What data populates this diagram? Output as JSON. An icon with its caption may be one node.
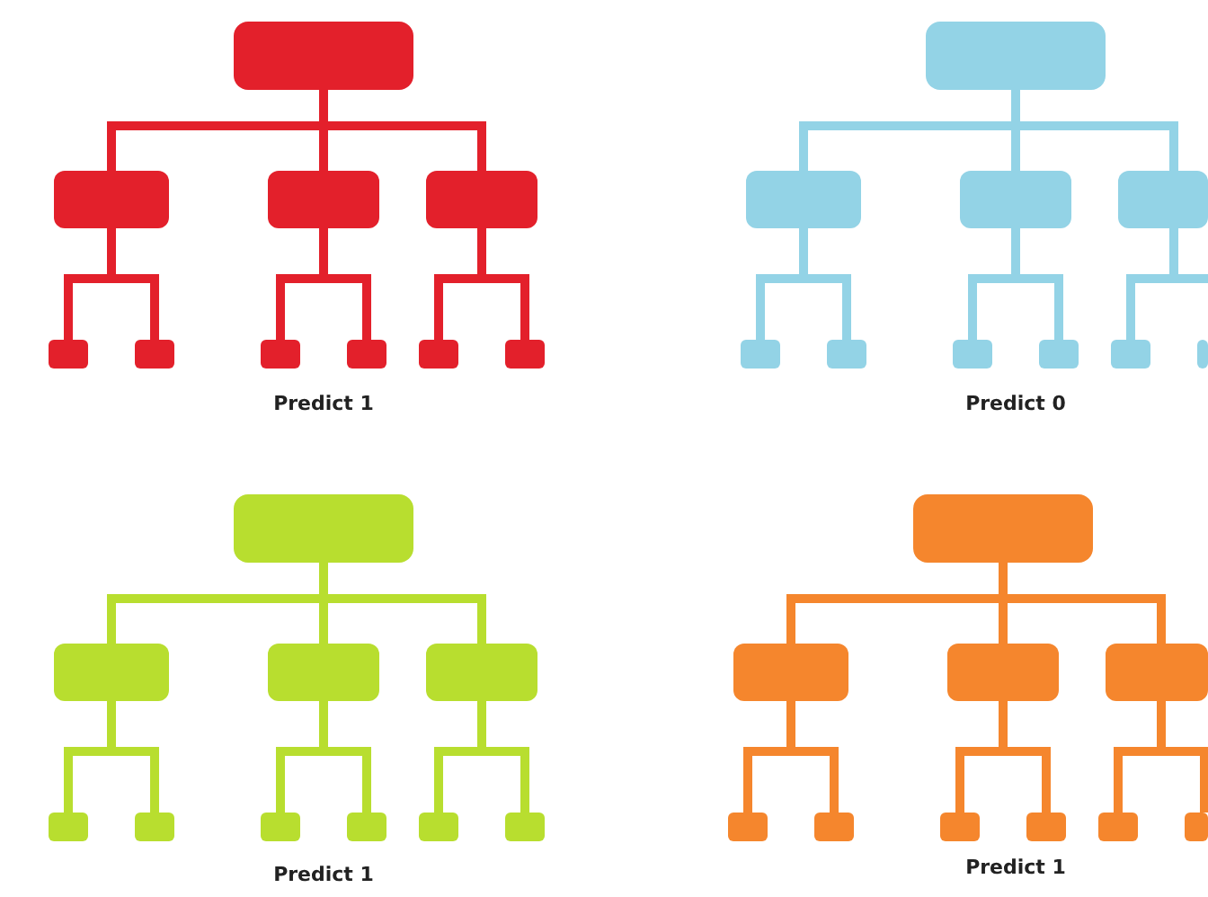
{
  "diagram": {
    "nodes": [
      {
        "text": [],
        "shape": "box"
      },
      {
        "text": [],
        "shape": "box"
      },
      {
        "text": [],
        "shape": "box"
      },
      {
        "text": [],
        "shape": "box"
      },
      {
        "text": [],
        "shape": "box"
      },
      {
        "text": [],
        "shape": "box"
      },
      {
        "text": [],
        "shape": "box"
      },
      {
        "text": [],
        "shape": "box"
      },
      {
        "text": [],
        "shape": "box"
      },
      {
        "text": [],
        "shape": "box"
      },
      {
        "text": [],
        "shape": "box"
      },
      {
        "text": [],
        "shape": "box"
      },
      {
        "text": [],
        "shape": "box"
      },
      {
        "text": [],
        "shape": "box"
      },
      {
        "text": [],
        "shape": "box"
      },
      {
        "text": [],
        "shape": "box"
      },
      {
        "text": [],
        "shape": "box"
      },
      {
        "text": [],
        "shape": "box"
      },
      {
        "text": [],
        "shape": "box"
      },
      {
        "text": [],
        "shape": "box"
      },
      {
        "text": [],
        "shape": "box"
      },
      {
        "text": [],
        "shape": "box"
      },
      {
        "text": [],
        "shape": "box"
      },
      {
        "text": [],
        "shape": "box"
      },
      {
        "text": [],
        "shape": "box"
      },
      {
        "text": [],
        "shape": "box"
      },
      {
        "text": [],
        "shape": "box"
      },
      {
        "text": [],
        "shape": "box"
      },
      {
        "text": [],
        "shape": "box"
      },
      {
        "text": [],
        "shape": "box"
      },
      {
        "text": [],
        "shape": "box"
      },
      {
        "text": [],
        "shape": "box"
      },
      {
        "text": [],
        "shape": "box"
      },
      {
        "text": [],
        "shape": "box"
      },
      {
        "text": [],
        "shape": "box"
      },
      {
        "text": [],
        "shape": "box"
      },
      {
        "text": [],
        "shape": "box"
      },
      {
        "text": [],
        "shape": "box"
      },
      {
        "text": [],
        "shape": "box"
      },
      {
        "text": [],
        "shape": "box"
      }
    ],
    "edges": [
      {
        "from": 0,
        "to": 1,
        "arrow": "none",
        "color": "#e3202b"
      },
      {
        "from": 0,
        "to": 2,
        "arrow": "none",
        "color": "#e3202b"
      },
      {
        "from": 0,
        "to": 3,
        "arrow": "none",
        "color": "#e3202b"
      },
      {
        "from": 1,
        "to": 4,
        "arrow": "none",
        "color": "#e3202b"
      },
      {
        "from": 1,
        "to": 5,
        "arrow": "none",
        "color": "#e3202b"
      },
      {
        "from": 2,
        "to": 6,
        "arrow": "none",
        "color": "#e3202b"
      },
      {
        "from": 2,
        "to": 7,
        "arrow": "none",
        "color": "#e3202b"
      },
      {
        "from": 3,
        "to": 8,
        "arrow": "none",
        "color": "#e3202b"
      },
      {
        "from": 3,
        "to": 9,
        "arrow": "none",
        "color": "#e3202b"
      },
      {
        "from": 10,
        "to": 11,
        "arrow": "none",
        "color": "#93d3e6"
      },
      {
        "from": 10,
        "to": 12,
        "arrow": "none",
        "color": "#93d3e6"
      },
      {
        "from": 10,
        "to": 13,
        "arrow": "none",
        "color": "#93d3e6"
      },
      {
        "from": 11,
        "to": 14,
        "arrow": "none",
        "color": "#93d3e6"
      },
      {
        "from": 11,
        "to": 15,
        "arrow": "none",
        "color": "#93d3e6"
      },
      {
        "from": 12,
        "to": 16,
        "arrow": "none",
        "color": "#93d3e6"
      },
      {
        "from": 12,
        "to": 17,
        "arrow": "none",
        "color": "#93d3e6"
      },
      {
        "from": 13,
        "to": 18,
        "arrow": "none",
        "color": "#93d3e6"
      },
      {
        "from": 13,
        "to": 19,
        "arrow": "none",
        "color": "#93d3e6"
      },
      {
        "from": 20,
        "to": 21,
        "arrow": "none",
        "color": "#b8de2f"
      },
      {
        "from": 20,
        "to": 22,
        "arrow": "none",
        "color": "#b8de2f"
      },
      {
        "from": 20,
        "to": 23,
        "arrow": "none",
        "color": "#b8de2f"
      },
      {
        "from": 21,
        "to": 24,
        "arrow": "none",
        "color": "#b8de2f"
      },
      {
        "from": 21,
        "to": 25,
        "arrow": "none",
        "color": "#b8de2f"
      },
      {
        "from": 22,
        "to": 26,
        "arrow": "none",
        "color": "#b8de2f"
      },
      {
        "from": 22,
        "to": 27,
        "arrow": "none",
        "color": "#b8de2f"
      },
      {
        "from": 23,
        "to": 28,
        "arrow": "none",
        "color": "#b8de2f"
      },
      {
        "from": 23,
        "to": 29,
        "arrow": "none",
        "color": "#b8de2f"
      },
      {
        "from": 30,
        "to": 31,
        "arrow": "none",
        "color": "#f5862d"
      },
      {
        "from": 30,
        "to": 32,
        "arrow": "none",
        "color": "#f5862d"
      },
      {
        "from": 30,
        "to": 33,
        "arrow": "none",
        "color": "#f5862d"
      },
      {
        "from": 31,
        "to": 34,
        "arrow": "none",
        "color": "#f5862d"
      },
      {
        "from": 31,
        "to": 35,
        "arrow": "none",
        "color": "#f5862d"
      },
      {
        "from": 32,
        "to": 36,
        "arrow": "none",
        "color": "#f5862d"
      },
      {
        "from": 32,
        "to": 37,
        "arrow": "none",
        "color": "#f5862d"
      },
      {
        "from": 33,
        "to": 38,
        "arrow": "none",
        "color": "#f5862d"
      },
      {
        "from": 33,
        "to": 39,
        "arrow": "none",
        "color": "#f5862d"
      }
    ],
    "labels": [
      "Predict 1",
      "Predict 0",
      "Predict 1",
      "Predict 1"
    ]
  }
}
